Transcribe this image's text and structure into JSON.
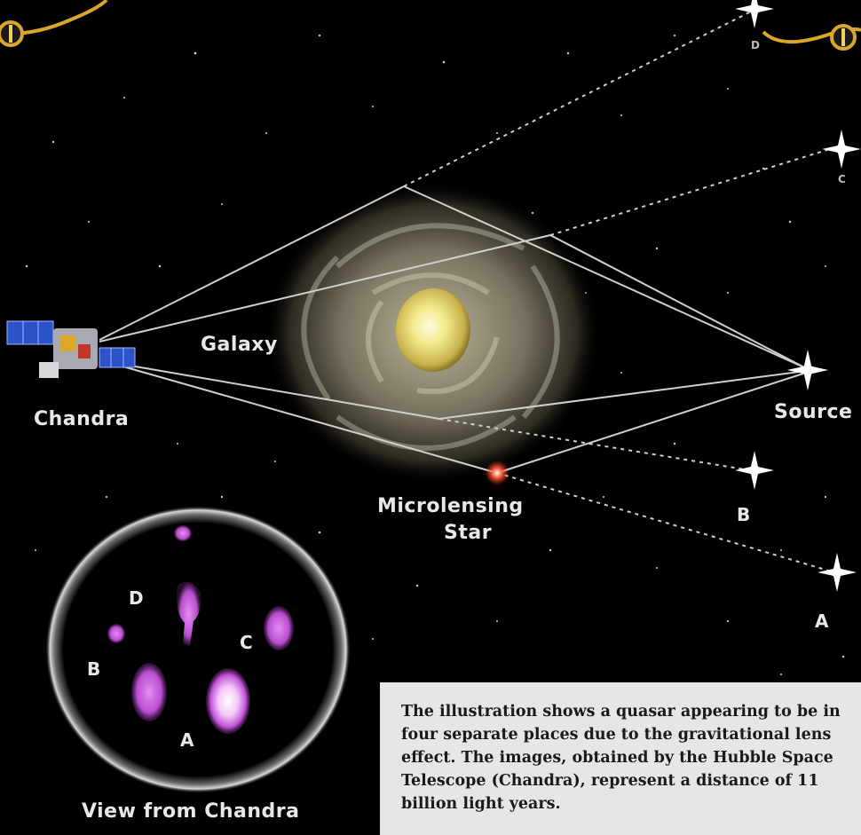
{
  "labels": {
    "galaxy": "Galaxy",
    "chandra": "Chandra",
    "source": "Source",
    "microlensing_line1": "Microlensing",
    "microlensing_line2": "Star",
    "img_a": "A",
    "img_b": "B",
    "img_c": "C",
    "img_d": "D",
    "view_from_chandra": "View from Chandra",
    "inset_a": "A",
    "inset_b": "B",
    "inset_c": "C",
    "inset_d": "D"
  },
  "caption": "The illustration shows a quasar appearing to be in four separate places due to the gravitational lens effect. The images, obtained by the Hubble Space Telescope (Chandra), represent a distance of 11 billion light years.",
  "colors": {
    "background": "#000000",
    "ray_line": "#c9c9c9",
    "galaxy_core": "#f0e68a",
    "inset_blobs": "#c251d4",
    "caption_bg": "#e6e6e6"
  },
  "icons": [
    "satellite-icon",
    "star-icon",
    "ornament-icon"
  ]
}
